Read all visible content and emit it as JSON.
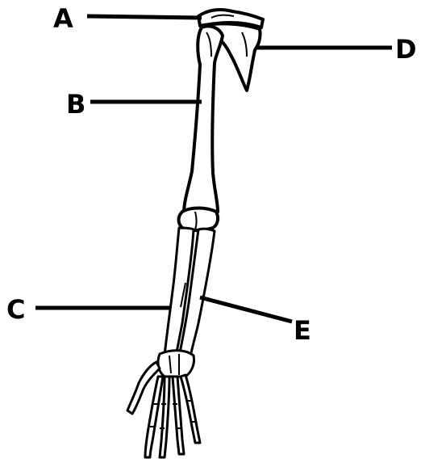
{
  "diagram": {
    "labels": [
      {
        "id": "a",
        "text": "A"
      },
      {
        "id": "b",
        "text": "B"
      },
      {
        "id": "c",
        "text": "C"
      },
      {
        "id": "d",
        "text": "D"
      },
      {
        "id": "e",
        "text": "E"
      }
    ]
  }
}
